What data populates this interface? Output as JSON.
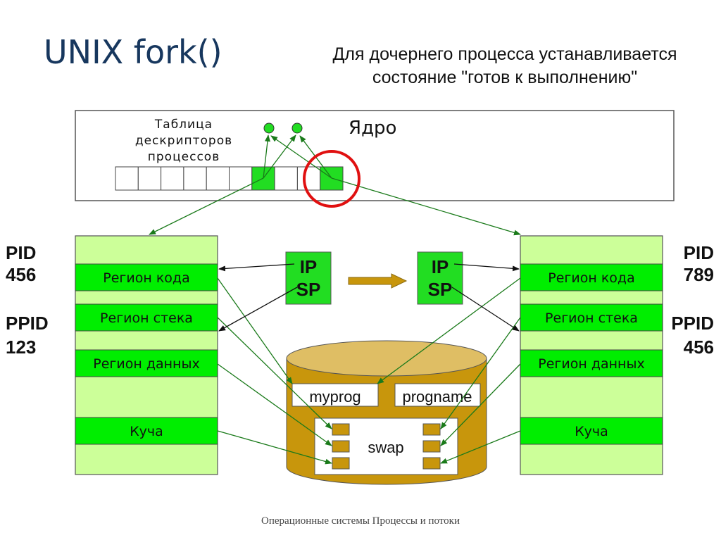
{
  "title": "UNIX fork()",
  "subtitle": {
    "line1": "Для дочернего процесса устанавливается",
    "line2": "состояние \"готов к выполнению\""
  },
  "kernel": {
    "label": "Ядро",
    "table_label": [
      "Таблица",
      "дескрипторов",
      "процессов"
    ],
    "cells_total": 10,
    "filled_cells": [
      6,
      9
    ],
    "highlighted_cell": 9
  },
  "parent": {
    "pid_label": "PID",
    "pid": "456",
    "ppid_label": "PPID",
    "ppid": "123",
    "regions": [
      "Регион кода",
      "Регион стека",
      "Регион данных",
      "Куча"
    ]
  },
  "child": {
    "pid_label": "PID",
    "pid": "789",
    "ppid_label": "PPID",
    "ppid": "456",
    "regions": [
      "Регион кода",
      "Регион стека",
      "Регион данных",
      "Куча"
    ]
  },
  "registers": {
    "left": [
      "IP",
      "SP"
    ],
    "right": [
      "IP",
      "SP"
    ]
  },
  "disk": {
    "file1": "myprog",
    "file2": "progname",
    "swap": "swap"
  },
  "footer": "Операционные системы Процессы и потоки",
  "colors": {
    "title": "#17375e",
    "region_bg": "#ccff99",
    "region_fill": "#00ee00",
    "arrow_green": "#1a7a1a",
    "disk_body": "#c8960c",
    "disk_top": "#dfbe64",
    "highlight": "#e01010"
  }
}
